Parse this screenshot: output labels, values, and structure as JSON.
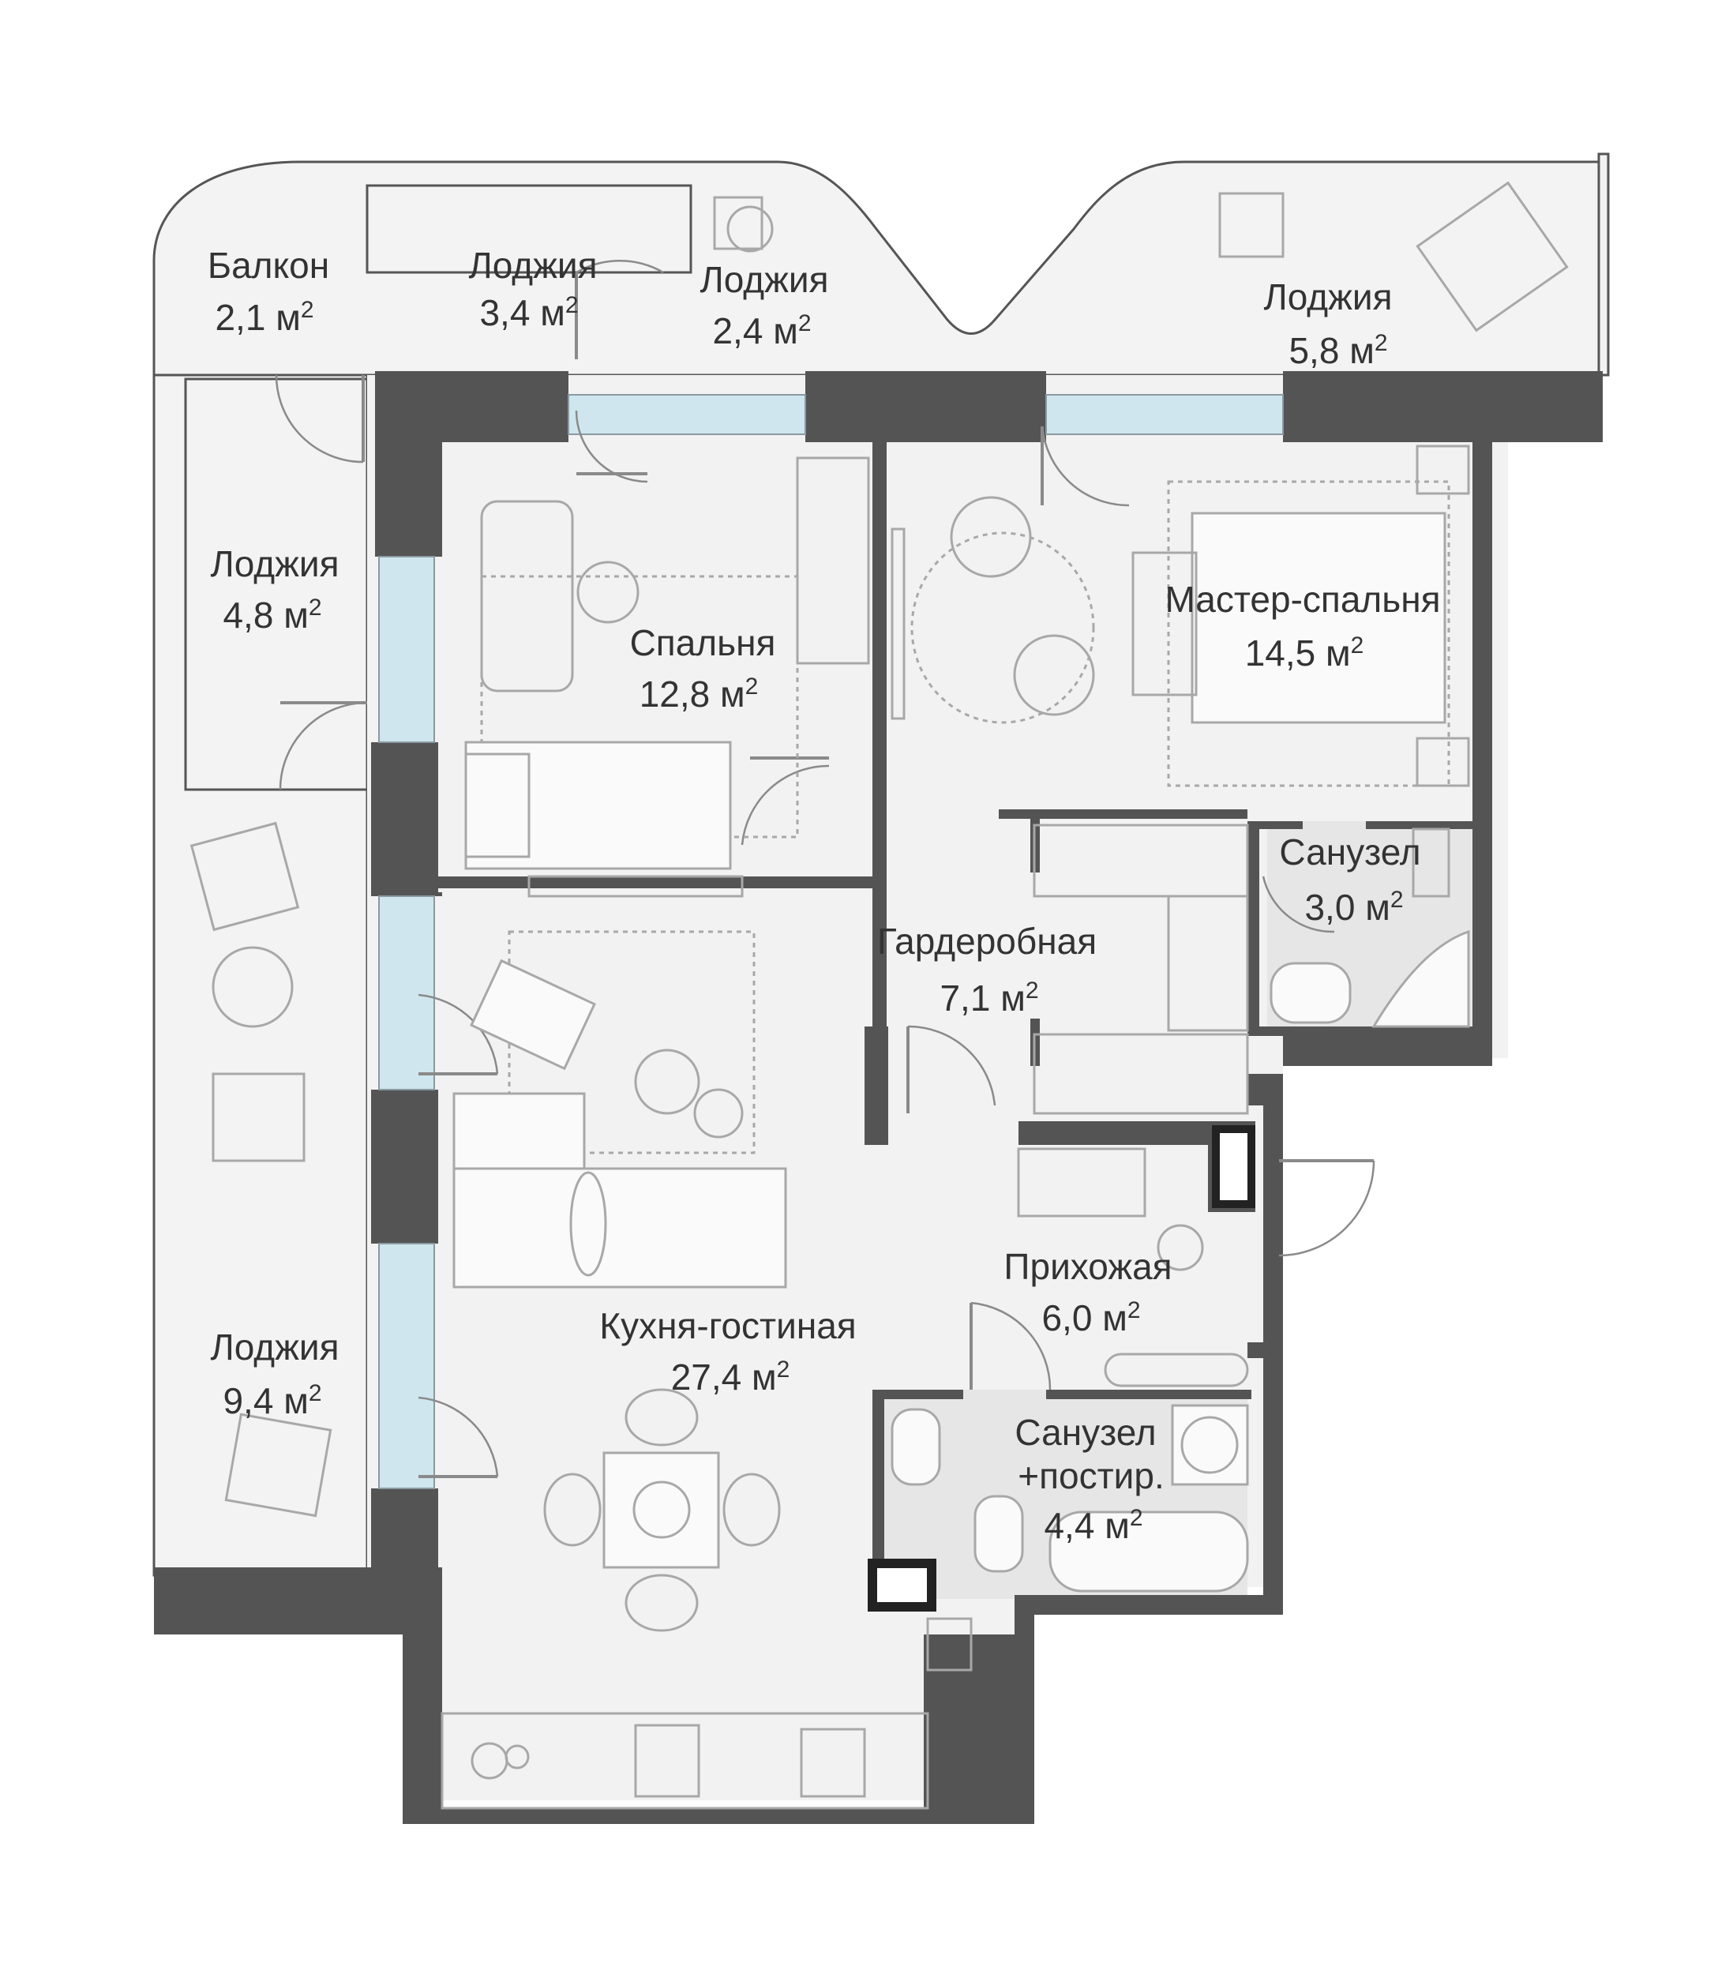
{
  "plan": {
    "unit": "м",
    "rooms": [
      {
        "id": "balcon",
        "name": "Балкон",
        "area": "2,1"
      },
      {
        "id": "loggia1",
        "name": "Лоджия",
        "area": "3,4"
      },
      {
        "id": "loggia2",
        "name": "Лоджия",
        "area": "2,4"
      },
      {
        "id": "loggia3",
        "name": "Лоджия",
        "area": "5,8"
      },
      {
        "id": "loggia4",
        "name": "Лоджия",
        "area": "4,8"
      },
      {
        "id": "loggia5",
        "name": "Лоджия",
        "area": "9,4"
      },
      {
        "id": "bedroom",
        "name": "Спальня",
        "area": "12,8"
      },
      {
        "id": "master",
        "name": "Мастер-спальня",
        "area": "14,5"
      },
      {
        "id": "bath1",
        "name": "Санузел",
        "area": "3,0"
      },
      {
        "id": "wardrobe",
        "name": "Гардеробная",
        "area": "7,1"
      },
      {
        "id": "hall",
        "name": "Прихожая",
        "area": "6,0"
      },
      {
        "id": "kitchen",
        "name": "Кухня-гостиная",
        "area": "27,4"
      },
      {
        "id": "bath2",
        "name": "Санузел",
        "name2": "+постир.",
        "area": "4,4"
      }
    ]
  },
  "colors": {
    "wall": "#545454",
    "floor": "#f2f2f2",
    "glass": "#cfe6ee",
    "tile": "#e6e6e6",
    "text": "#333333"
  }
}
